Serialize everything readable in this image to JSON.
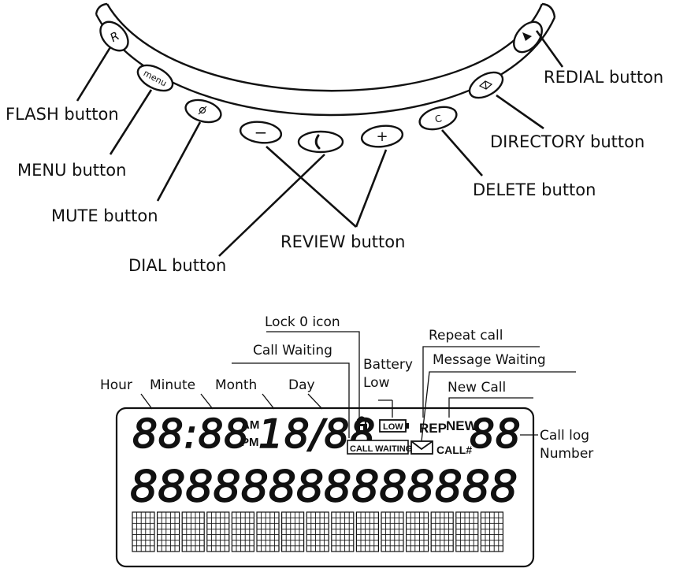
{
  "keypad": {
    "button_glyphs": {
      "flash": "R",
      "menu": "menu",
      "minus": "−",
      "plus": "+",
      "delete": "C"
    },
    "labels": {
      "flash": "FLASH button",
      "menu": "MENU button",
      "mute": "MUTE button",
      "dial": "DIAL button",
      "review": "REVIEW button",
      "delete": "DELETE button",
      "directory": "DIRECTORY button",
      "redial": "REDIAL button"
    }
  },
  "display": {
    "time_digits": "88:88",
    "am": "AM",
    "pm": "PM",
    "date_digits": "18/88",
    "low": "LOW",
    "rep": "REP",
    "new": "NEW",
    "call_waiting": "CALL WAITING",
    "call_hash": "CALL#",
    "call_log_digits": "88",
    "row2": "88888888888888",
    "labels": {
      "lock": "Lock 0 icon",
      "repeat_call": "Repeat call",
      "call_waiting": "Call Waiting",
      "battery_1": "Battery",
      "battery_2": "Low",
      "message_waiting": "Message Waiting",
      "hour": "Hour",
      "minute": "Minute",
      "month": "Month",
      "day": "Day",
      "new_call": "New Call",
      "call_log_1": "Call log",
      "call_log_2": "Number"
    }
  }
}
